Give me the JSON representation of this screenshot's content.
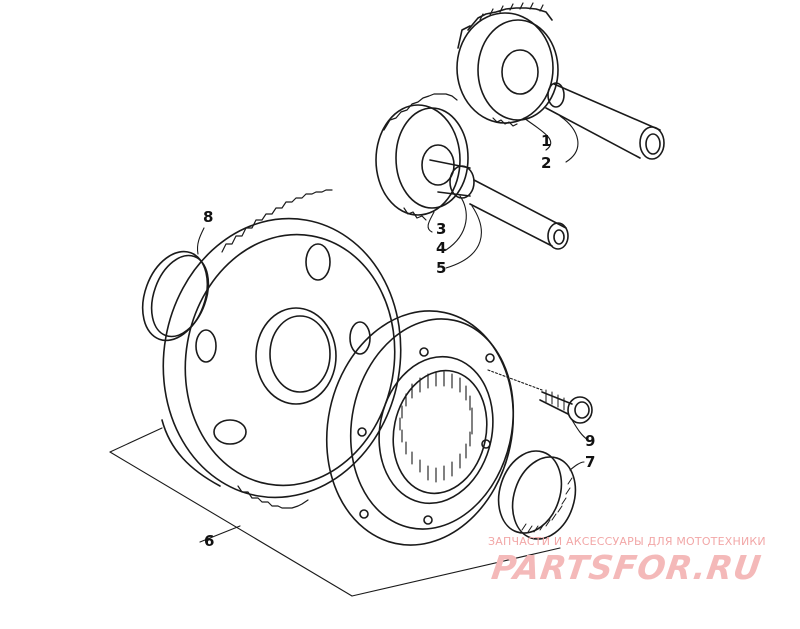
{
  "diagram": {
    "callouts": [
      {
        "id": "1",
        "text": "1"
      },
      {
        "id": "2",
        "text": "2"
      },
      {
        "id": "3",
        "text": "3"
      },
      {
        "id": "4",
        "text": "4"
      },
      {
        "id": "5",
        "text": "5"
      },
      {
        "id": "6",
        "text": "6"
      },
      {
        "id": "7",
        "text": "7"
      },
      {
        "id": "8",
        "text": "8"
      },
      {
        "id": "9",
        "text": "9"
      }
    ]
  },
  "watermark": {
    "tagline": "ЗАПЧАСТИ И АКСЕССУАРЫ ДЛЯ МОТОТЕХНИКИ",
    "logo": "PARTSFOR.RU",
    "color": "#f4b9b9"
  }
}
